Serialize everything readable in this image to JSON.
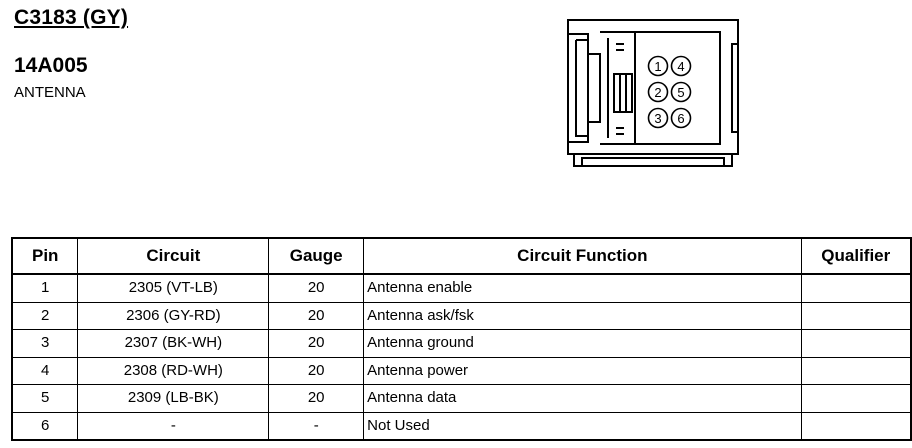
{
  "connector": {
    "id": "C3183 (GY)",
    "part_number": "14A005",
    "part_name": "ANTENNA",
    "face_pins": [
      "1",
      "2",
      "3",
      "4",
      "5",
      "6"
    ]
  },
  "table": {
    "headers": [
      "Pin",
      "Circuit",
      "Gauge",
      "Circuit Function",
      "Qualifier"
    ],
    "rows": [
      [
        "1",
        "2305 (VT-LB)",
        "20",
        "Antenna enable",
        ""
      ],
      [
        "2",
        "2306 (GY-RD)",
        "20",
        "Antenna ask/fsk",
        ""
      ],
      [
        "3",
        "2307 (BK-WH)",
        "20",
        "Antenna ground",
        ""
      ],
      [
        "4",
        "2308 (RD-WH)",
        "20",
        "Antenna power",
        ""
      ],
      [
        "5",
        "2309 (LB-BK)",
        "20",
        "Antenna data",
        ""
      ],
      [
        "6",
        "-",
        "-",
        "Not Used",
        ""
      ]
    ]
  }
}
